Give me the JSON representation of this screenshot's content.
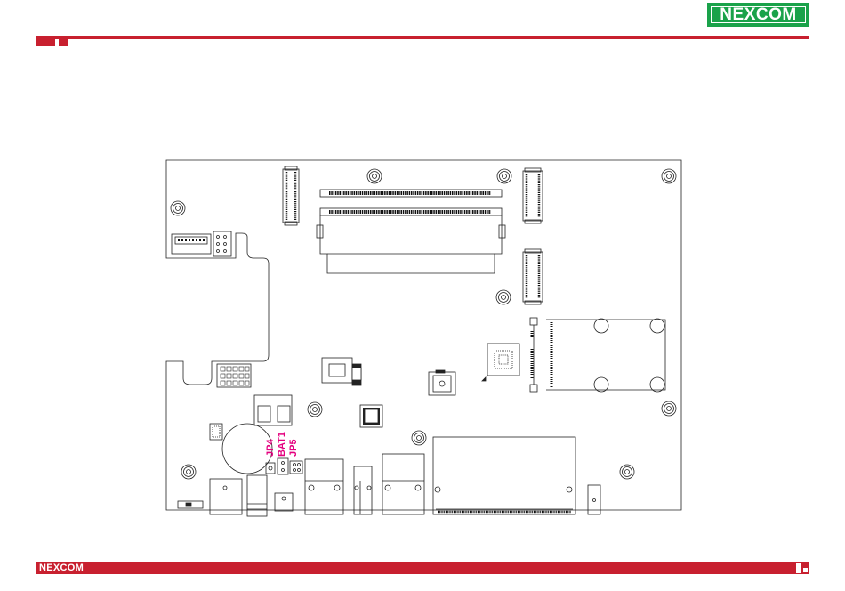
{
  "brand": {
    "logo_text": "NEXCOM",
    "footer_logo_text": "NEXCOM",
    "accent_color": "#c8202f",
    "logo_color": "#1aa24a"
  },
  "diagram": {
    "labels": {
      "jp4": "JP4",
      "bat1": "BAT1",
      "jp5": "JP5"
    },
    "label_color": "#e4007f"
  }
}
